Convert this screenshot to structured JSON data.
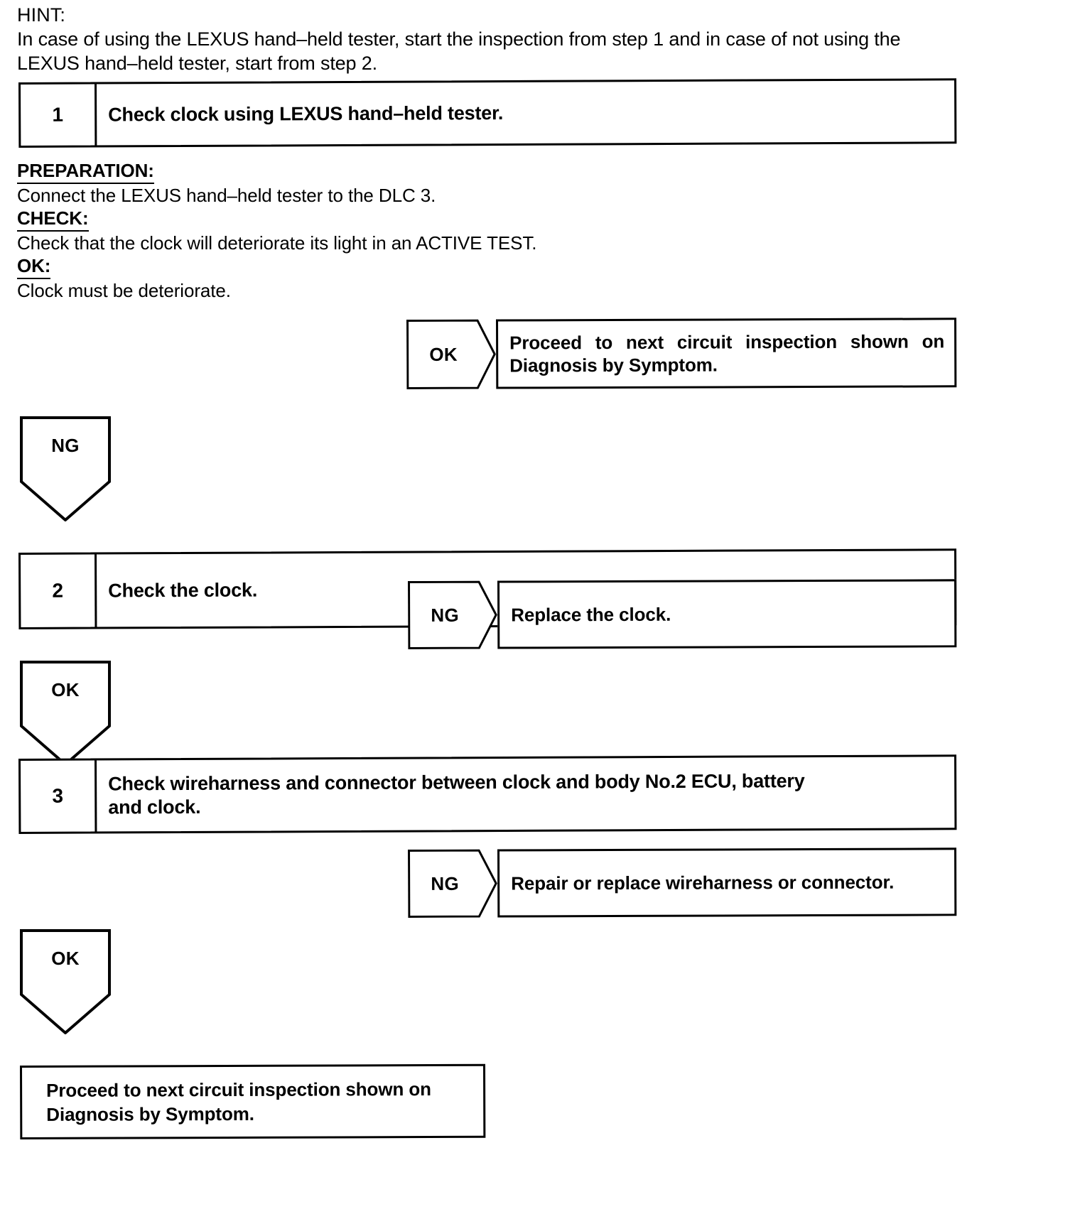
{
  "hint": {
    "label": "HINT:",
    "line1": "In case of using the LEXUS hand–held tester, start the inspection from step 1 and in case of not using the",
    "line2": "LEXUS hand–held tester, start from step 2."
  },
  "steps": [
    {
      "number": "1",
      "title": "Check clock using LEXUS hand–held tester.",
      "title_line2": ""
    },
    {
      "number": "2",
      "title": "Check the clock.",
      "title_line2": ""
    },
    {
      "number": "3",
      "title": "Check wireharness and connector between clock and body No.2 ECU, battery",
      "title_line2": "and clock."
    }
  ],
  "inspection": {
    "preparation_label": "PREPARATION:",
    "preparation_text": "Connect the LEXUS hand–held tester to the DLC 3.",
    "check_label": "CHECK:",
    "check_text": "Check that the clock will deteriorate its light in an ACTIVE TEST.",
    "ok_label": "OK:",
    "ok_text": "Clock must be deteriorate."
  },
  "branches": [
    {
      "judgement": "OK",
      "result_line1": "Proceed to next circuit inspection shown on",
      "result_line2": "Diagnosis by Symptom."
    },
    {
      "judgement": "NG",
      "result_line1": "Replace the clock.",
      "result_line2": ""
    },
    {
      "judgement": "NG",
      "result_line1": "Repair or replace wireharness or connector.",
      "result_line2": ""
    }
  ],
  "connectors": [
    {
      "label": "NG"
    },
    {
      "label": "OK"
    },
    {
      "label": "OK"
    }
  ],
  "final": {
    "line1": "Proceed to next circuit inspection shown on",
    "line2": "Diagnosis by Symptom."
  },
  "colors": {
    "ink": "#000000",
    "paper": "#ffffff"
  }
}
